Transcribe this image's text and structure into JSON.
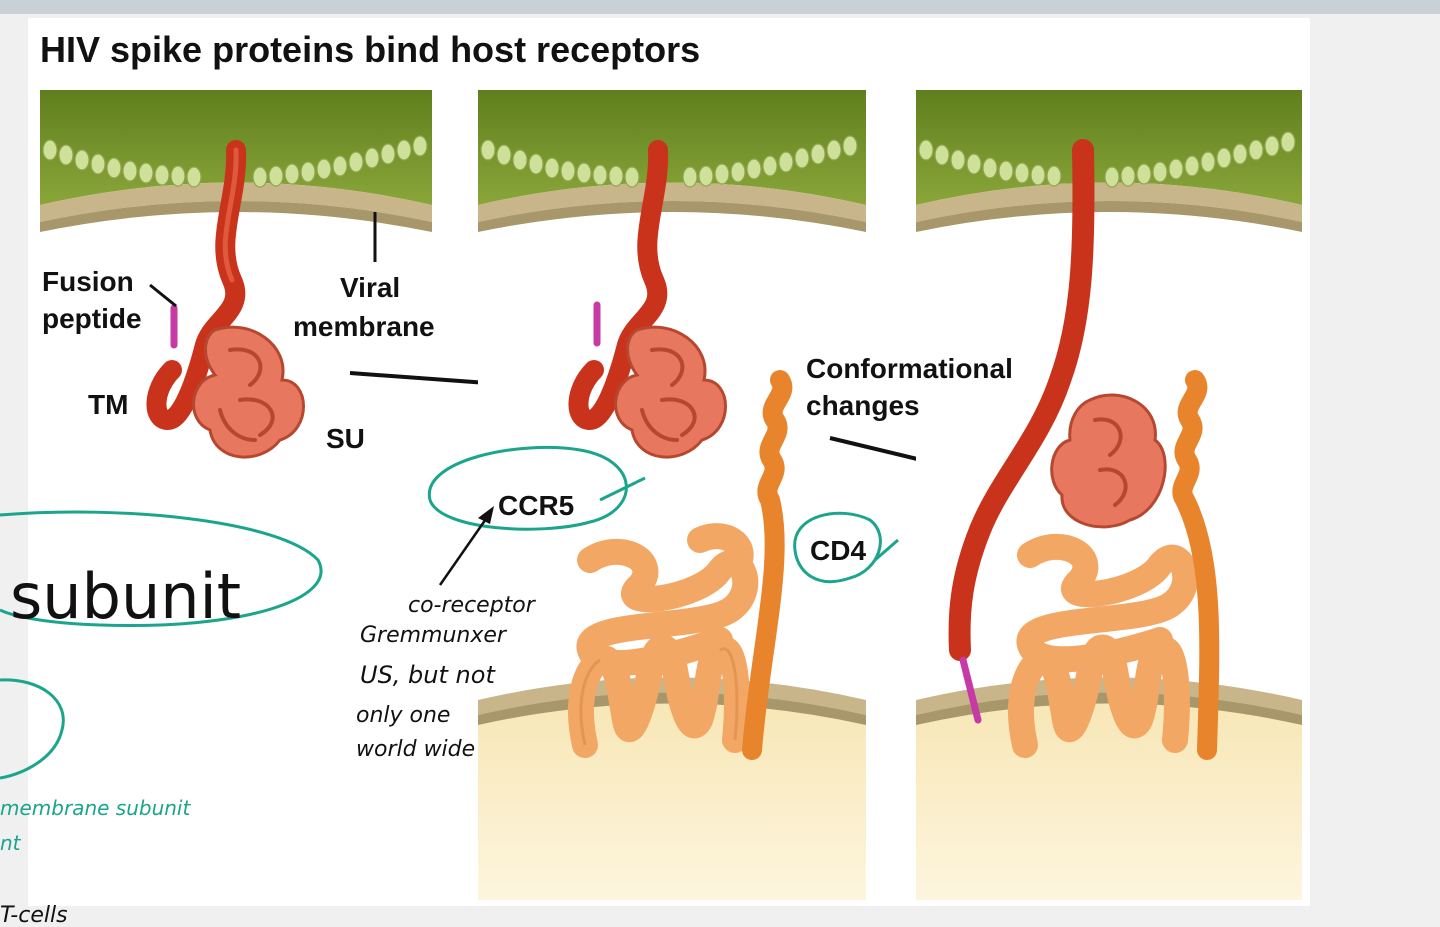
{
  "title": "HIV spike proteins bind host receptors",
  "labels": {
    "fusion_peptide_1": "Fusion",
    "fusion_peptide_2": "peptide",
    "viral_membrane_1": "Viral",
    "viral_membrane_2": "membrane",
    "tm": "TM",
    "su": "SU",
    "ccr5": "CCR5",
    "cd4": "CD4",
    "conformational_1": "Conformational",
    "conformational_2": "changes"
  },
  "handwritten": {
    "coreceptor": "co-receptor",
    "line2": "Gremmunxer",
    "line3": "US, but not",
    "line4": "only one",
    "line5": "world wide"
  },
  "left_notes": {
    "subunit": "subunit",
    "teal_note": "membrane subunit",
    "teal_note2": "nt",
    "tcells": "T-cells"
  },
  "colors": {
    "virus_green": "#6e8e2a",
    "bead_green": "#c7d98a",
    "membrane_tan": "#c9b58a",
    "host_cream": "#fbf0cf",
    "spike_red": "#c9331c",
    "su_salmon": "#e8775f",
    "receptor_orange": "#f3a765",
    "cd4_orange": "#e8842c",
    "fusion_pink": "#c63aa6",
    "ink_teal": "#1aa58c"
  }
}
